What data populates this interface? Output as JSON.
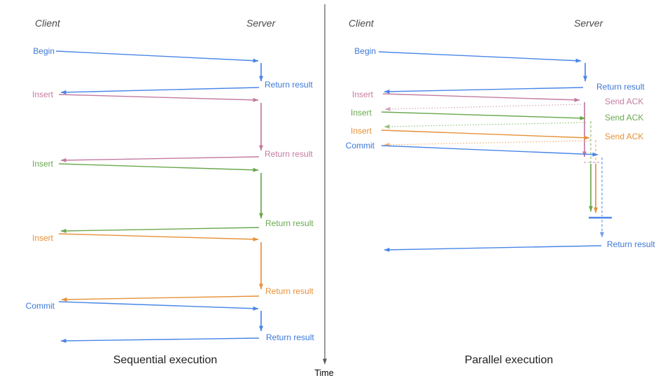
{
  "palette": {
    "blue": "#3c78d8",
    "blue_line": "#4a86e8",
    "blue_light": "#6d9eeb",
    "pink": "#c27ba0",
    "pink_light": "#d5a6bd",
    "green": "#6aa84f",
    "green_light": "#93c47d",
    "orange": "#e69138",
    "orange_light": "#f6b26b",
    "axis_gray": "#595959",
    "header_gray": "#4a4a4a",
    "title_dark": "#1f1f1f",
    "time_black": "#000000"
  },
  "time_axis": {
    "label": "Time"
  },
  "left_panel": {
    "title": "Sequential execution",
    "client_header": "Client",
    "server_header": "Server",
    "messages": [
      {
        "label": "Begin",
        "response": "Return result"
      },
      {
        "label": "Insert",
        "response": "Return result"
      },
      {
        "label": "Insert",
        "response": "Return result"
      },
      {
        "label": "Insert",
        "response": "Return result"
      },
      {
        "label": "Commit",
        "response": "Return result"
      }
    ]
  },
  "right_panel": {
    "title": "Parallel execution",
    "client_header": "Client",
    "server_header": "Server",
    "messages": [
      {
        "label": "Begin",
        "response": "Return result"
      },
      {
        "label": "Insert",
        "response": "Send ACK"
      },
      {
        "label": "Insert",
        "response": "Send ACK"
      },
      {
        "label": "Insert",
        "response": "Send ACK"
      },
      {
        "label": "Commit",
        "response": "Return result"
      }
    ]
  }
}
